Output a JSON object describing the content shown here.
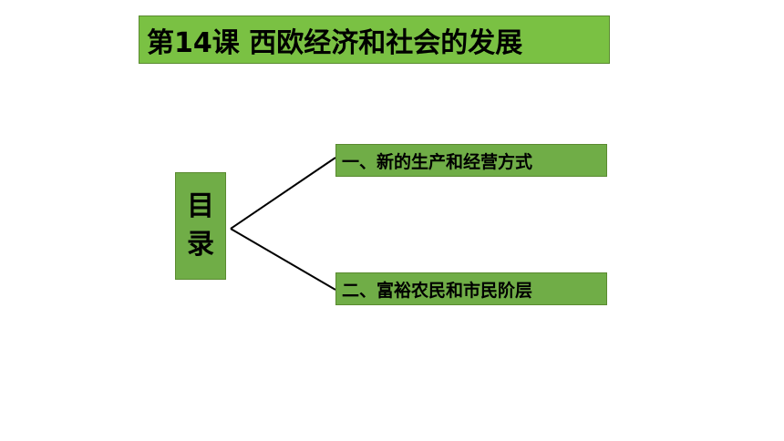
{
  "title": "第14课   西欧经济和社会的发展",
  "toc": {
    "chars": [
      "目",
      "录"
    ]
  },
  "items": [
    {
      "label": "一、新的生产和经营方式"
    },
    {
      "label": "二、富裕农民和市民阶层"
    }
  ],
  "colors": {
    "title_bg": "#7ac143",
    "box_bg": "#70ad47",
    "line": "#000000"
  }
}
